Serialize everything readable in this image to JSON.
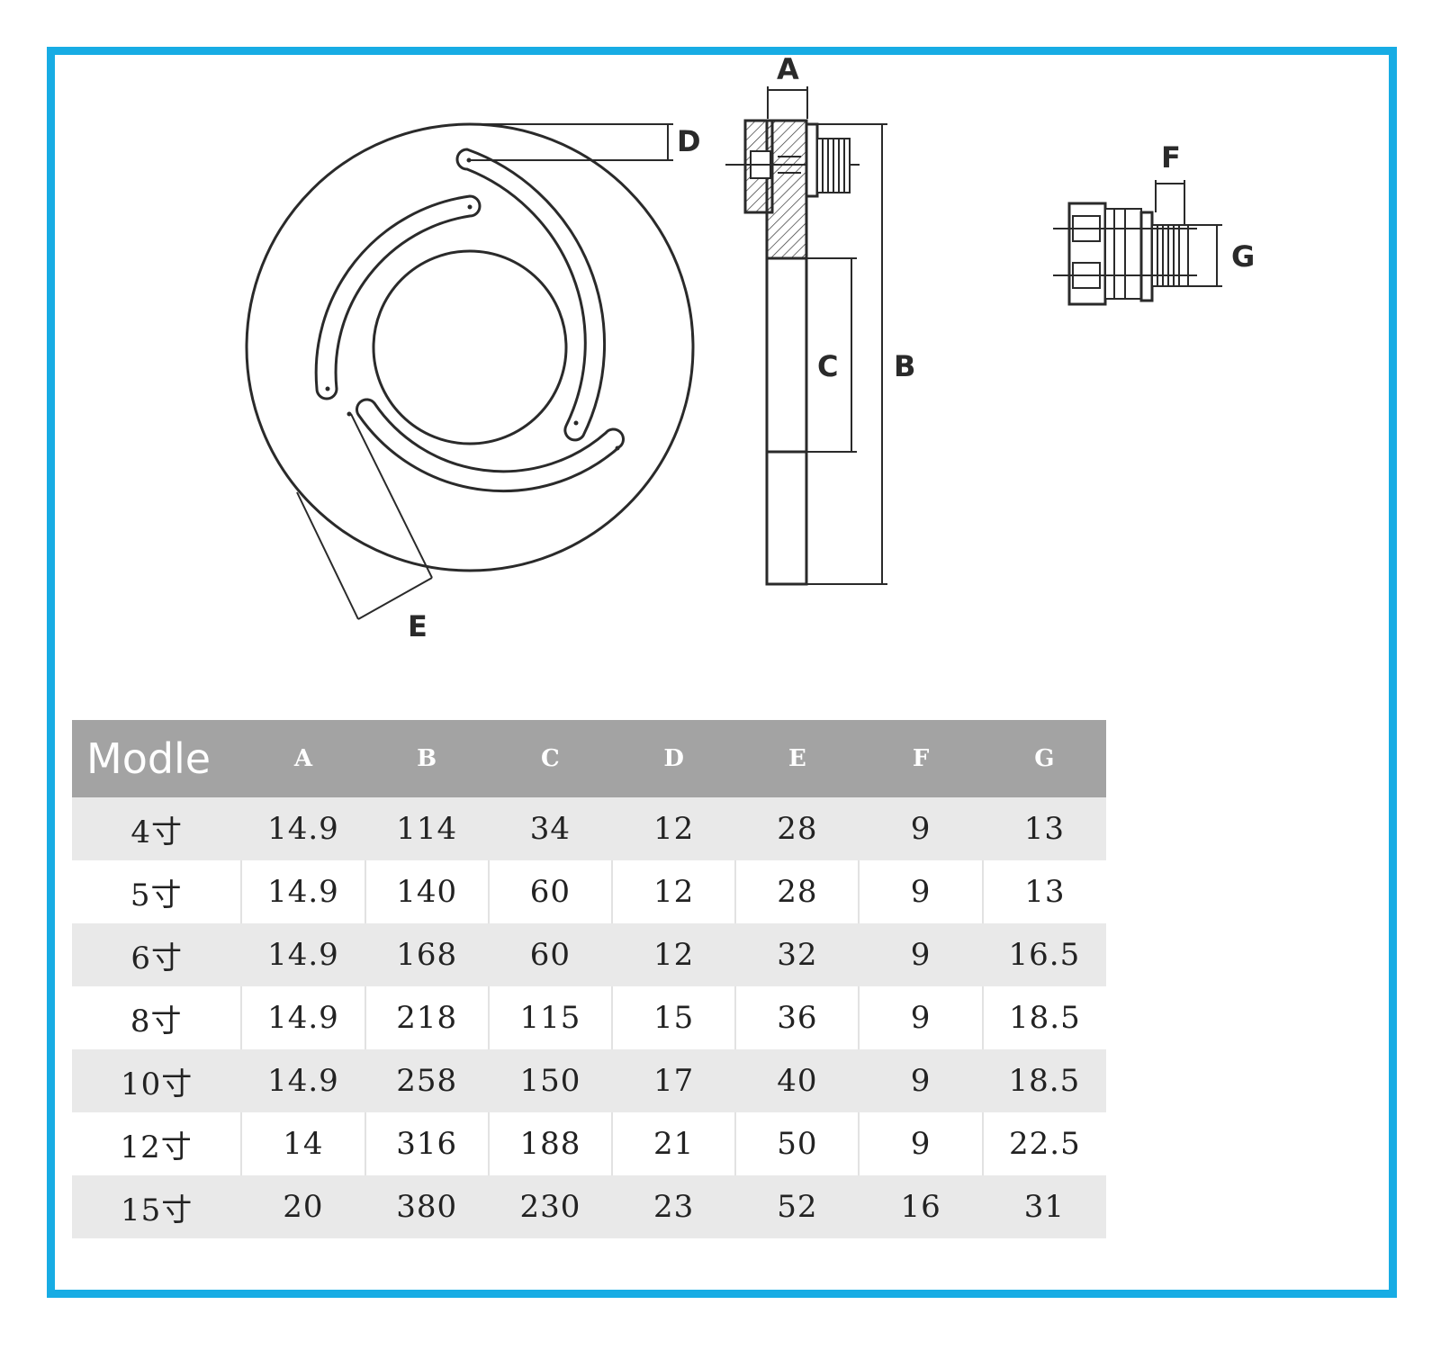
{
  "diagram": {
    "labels": {
      "a": "A",
      "b": "B",
      "c": "C",
      "d": "D",
      "e": "E",
      "f": "F",
      "g": "G"
    }
  },
  "table": {
    "headers": [
      "Modle",
      "A",
      "B",
      "C",
      "D",
      "E",
      "F",
      "G"
    ],
    "rows": [
      [
        "4寸",
        "14.9",
        "114",
        "34",
        "12",
        "28",
        "9",
        "13"
      ],
      [
        "5寸",
        "14.9",
        "140",
        "60",
        "12",
        "28",
        "9",
        "13"
      ],
      [
        "6寸",
        "14.9",
        "168",
        "60",
        "12",
        "32",
        "9",
        "16.5"
      ],
      [
        "8寸",
        "14.9",
        "218",
        "115",
        "15",
        "36",
        "9",
        "18.5"
      ],
      [
        "10寸",
        "14.9",
        "258",
        "150",
        "17",
        "40",
        "9",
        "18.5"
      ],
      [
        "12寸",
        "14",
        "316",
        "188",
        "21",
        "50",
        "9",
        "22.5"
      ],
      [
        "15寸",
        "20",
        "380",
        "230",
        "23",
        "52",
        "16",
        "31"
      ]
    ]
  },
  "colors": {
    "frame": "#17ace4",
    "header_bg": "#a3a3a3",
    "stripe_bg": "#e9e9e9"
  }
}
